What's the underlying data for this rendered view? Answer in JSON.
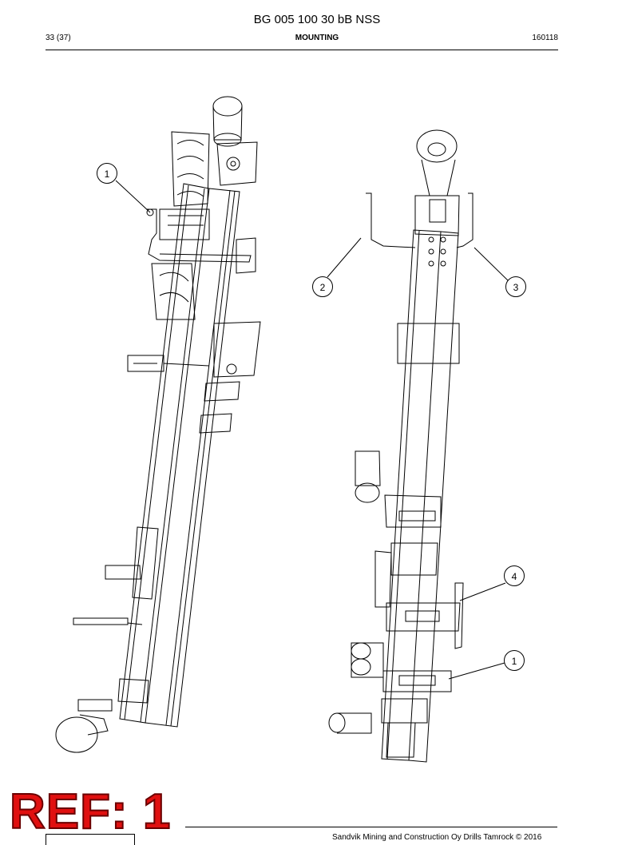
{
  "header": {
    "doc_title": "BG 005 100 30 bB NSS",
    "page_number": "33 (37)",
    "section": "MOUNTING",
    "date_code": "160118"
  },
  "callouts": [
    "1",
    "2",
    "3",
    "4",
    "1"
  ],
  "stamp": "REF: 1",
  "footer": {
    "copyright": "Sandvik Mining and Construction Oy Drills Tamrock © 2016"
  }
}
